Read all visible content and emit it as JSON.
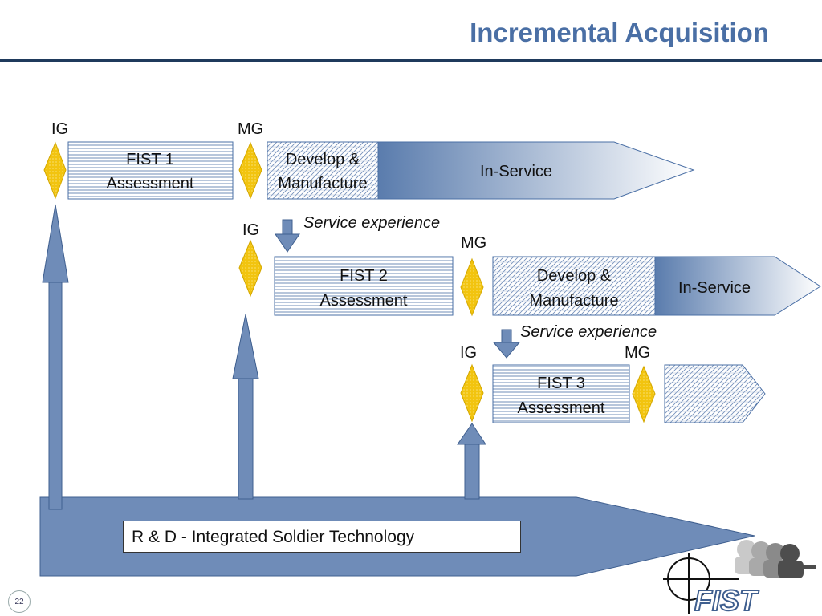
{
  "title": "Incremental Acquisition",
  "page_number": "22",
  "rd_label": "R & D - Integrated Soldier Technology",
  "row1": {
    "ig": "IG",
    "mg": "MG",
    "assessment": [
      "FIST 1",
      "Assessment"
    ],
    "develop": [
      "Develop &",
      "Manufacture"
    ],
    "inservice": "In-Service"
  },
  "service_experience_1": "Service experience",
  "row2": {
    "ig": "IG",
    "mg": "MG",
    "assessment": [
      "FIST 2",
      "Assessment"
    ],
    "develop": [
      "Develop &",
      "Manufacture"
    ],
    "inservice": "In-Service"
  },
  "service_experience_2": "Service experience",
  "row3": {
    "ig": "IG",
    "mg": "MG",
    "assessment": [
      "FIST 3",
      "Assessment"
    ]
  },
  "logo": {
    "text": "FIST"
  },
  "colors": {
    "title": "#4a6fa5",
    "rule": "#1f3a5c",
    "arrow": "#6f8cb8",
    "gate": "#f2c40f",
    "hatch": "#4a6fa5"
  }
}
